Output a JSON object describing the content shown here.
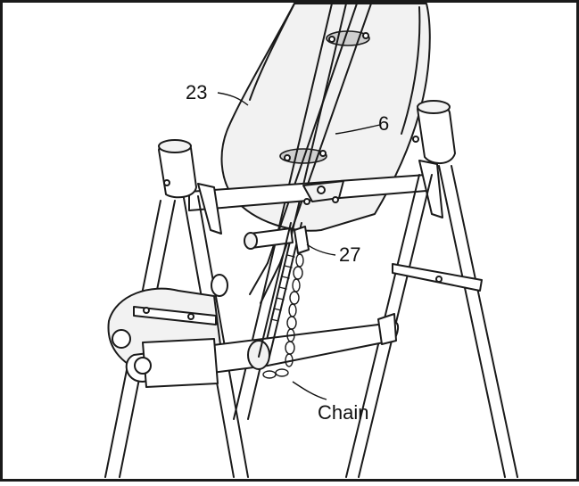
{
  "callouts": {
    "part_23": "23",
    "part_6": "6",
    "part_27": "27",
    "chain": "Chain"
  }
}
